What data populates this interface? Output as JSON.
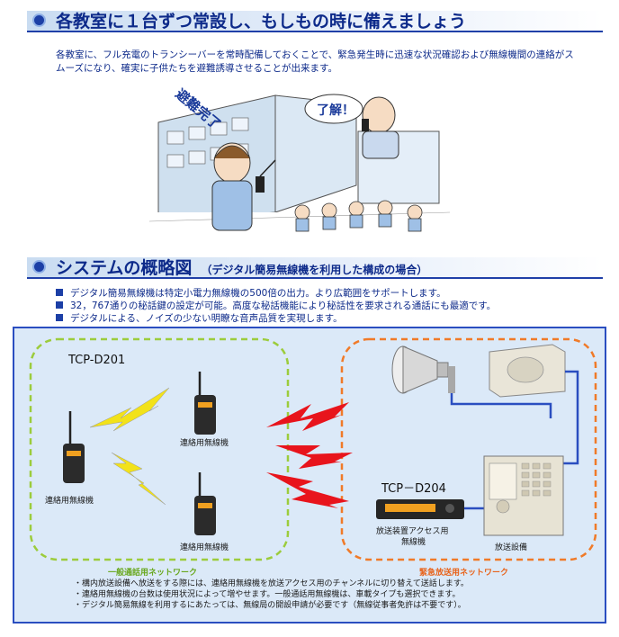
{
  "section1": {
    "title": "各教室に１台ずつ常設し、もしもの時に備えましょう",
    "intro": "各教室に、フル充電のトランシーバーを常時配備しておくことで、緊急発生時に迅速な状況確認および無線機間の連絡がスムーズになり、確実に子供たちを避難誘導させることが出来ます。",
    "illustration": {
      "bubble_left": "避難完了",
      "bubble_right": "了解！"
    }
  },
  "section2": {
    "title": "システムの概略図",
    "subtitle": "（デジタル簡易無線機を利用した構成の場合）",
    "features": [
      "デジタル簡易無線機は特定小電力無線機の500倍の出力。より広範囲をサポートします。",
      "32，767通りの秘話鍵の設定が可能。高度な秘話機能により秘話性を要求される通話にも最適です。",
      "デジタルによる、ノイズの少ない明瞭な音声品質を実現します。"
    ]
  },
  "diagram": {
    "left_model": "TCP-D201",
    "right_model": "TCP－D204",
    "radio_labels": [
      "連絡用無線機",
      "連絡用無線機",
      "連絡用無線機"
    ],
    "mobile_label_line1": "放送装置アクセス用",
    "mobile_label_line2": "無線機",
    "broadcast_label": "放送設備",
    "left_network": "一般通話用ネットワーク",
    "right_network": "緊急放送用ネットワーク",
    "notes": [
      "・構内放送設備へ放送をする際には、連絡用無線機を放送アクセス用のチャンネルに切り替えて送話します。",
      "・連絡用無線機の台数は使用状況によって増やせます。一般通話用無線機は、車載タイプも選択できます。",
      "・デジタル簡易無線を利用するにあたっては、無線局の開設申請が必要です（無線従事者免許は不要です）。"
    ],
    "colors": {
      "left_loop": "#9ccc3c",
      "right_loop": "#f07a28",
      "lightning_yellow": "#f2e21a",
      "lightning_red": "#e8141c",
      "wire": "#2a4ec0"
    }
  }
}
